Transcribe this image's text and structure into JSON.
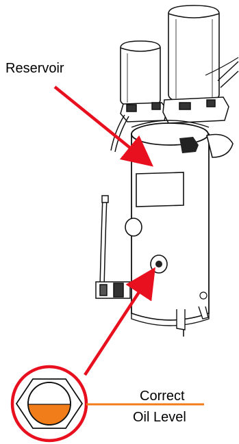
{
  "labels": {
    "reservoir": "Reservoir",
    "correct": "Correct",
    "oil_level": "Oil Level"
  },
  "colors": {
    "arrow": "#e8101e",
    "oil": "#f07d1a",
    "outline": "#111111",
    "hex_fill": "#ffffff"
  }
}
